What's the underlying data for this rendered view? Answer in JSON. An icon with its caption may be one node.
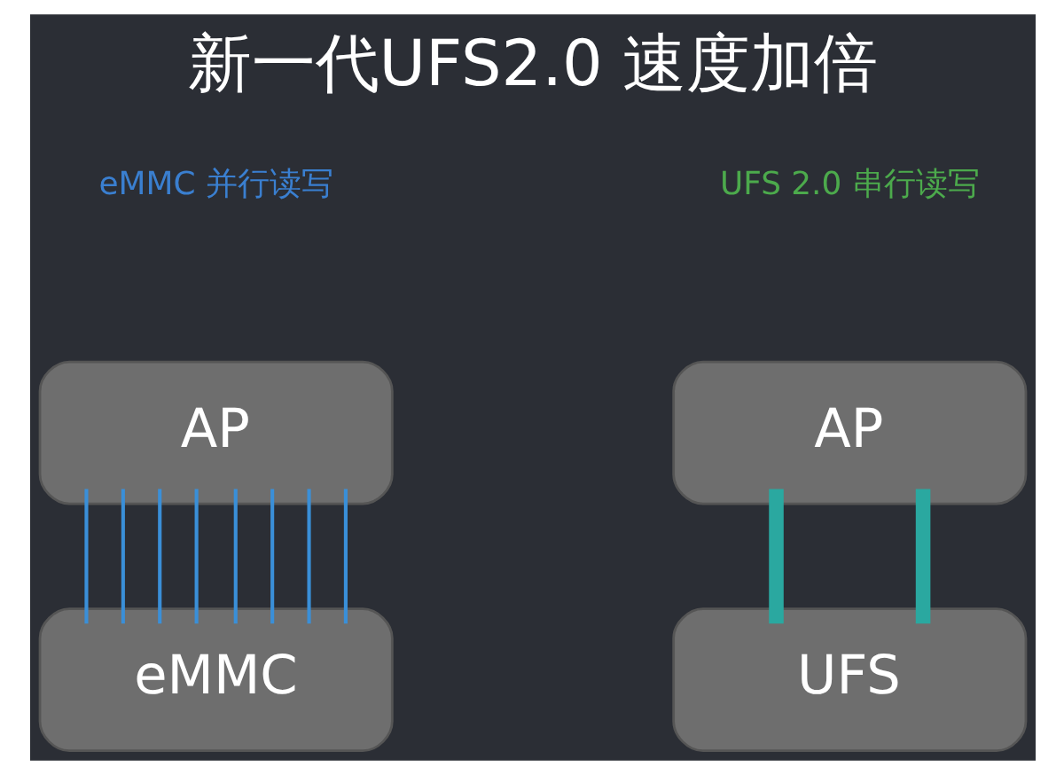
{
  "diagram": {
    "title": "新一代UFS2.0 速度加倍",
    "nodes": [
      {
        "text": [
          "AP"
        ]
      },
      {
        "text": [
          "eMMC"
        ]
      },
      {
        "text": [
          "AP"
        ]
      },
      {
        "text": [
          "UFS"
        ]
      }
    ],
    "edges": [
      {
        "from": 0,
        "to": 1,
        "arrow": "none",
        "color": "#3a8fd8"
      },
      {
        "from": 0,
        "to": 1,
        "arrow": "none",
        "color": "#3a8fd8"
      },
      {
        "from": 0,
        "to": 1,
        "arrow": "none",
        "color": "#3a8fd8"
      },
      {
        "from": 0,
        "to": 1,
        "arrow": "none",
        "color": "#3a8fd8"
      },
      {
        "from": 0,
        "to": 1,
        "arrow": "none",
        "color": "#3a8fd8"
      },
      {
        "from": 0,
        "to": 1,
        "arrow": "none",
        "color": "#3a8fd8"
      },
      {
        "from": 0,
        "to": 1,
        "arrow": "none",
        "color": "#3a8fd8"
      },
      {
        "from": 0,
        "to": 1,
        "arrow": "none",
        "color": "#3a8fd8"
      },
      {
        "from": 2,
        "to": 3,
        "arrow": "none",
        "style": "thick",
        "color": "#2aa8a0"
      },
      {
        "from": 2,
        "to": 3,
        "arrow": "none",
        "style": "thick",
        "color": "#2aa8a0"
      }
    ],
    "labels": [
      "eMMC 并行读写",
      "UFS 2.0 串行读写"
    ]
  }
}
